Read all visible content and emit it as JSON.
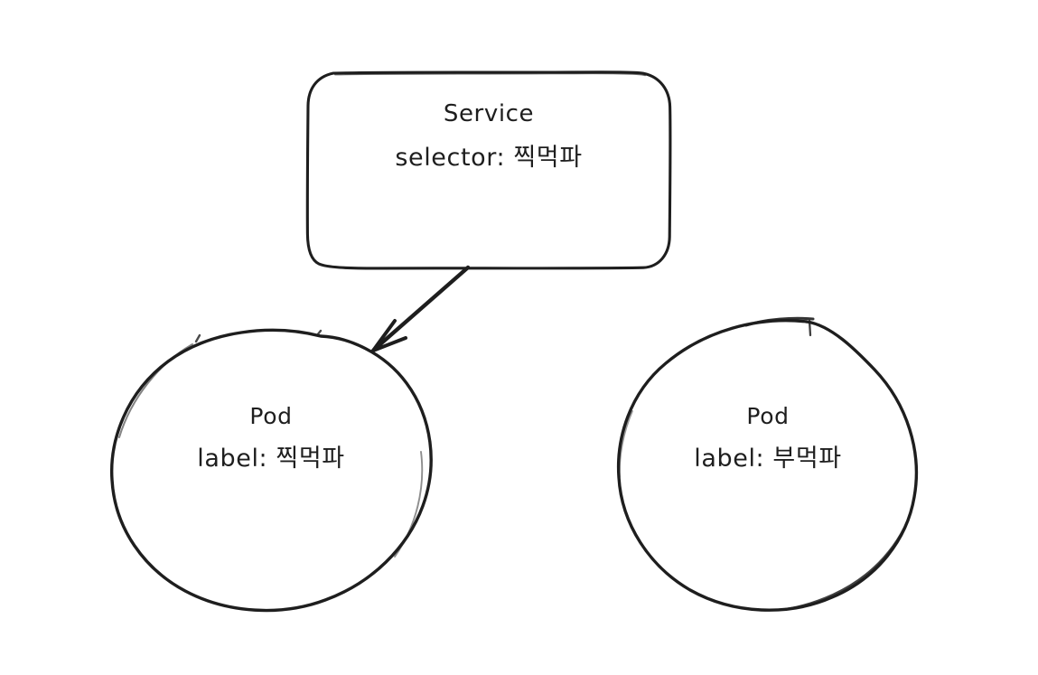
{
  "diagram": {
    "background_color": "#ffffff",
    "stroke_color": "#1e1e1e",
    "style": "hand-drawn",
    "nodes": {
      "service": {
        "shape": "rounded-rectangle",
        "title": "Service",
        "attribute": "selector: 찍먹파"
      },
      "pod_left": {
        "shape": "ellipse",
        "title": "Pod",
        "attribute": "label: 찍먹파"
      },
      "pod_right": {
        "shape": "ellipse",
        "title": "Pod",
        "attribute": "label: 부먹파"
      }
    },
    "connectors": [
      {
        "name": "service-to-pod-left-arrow",
        "from": "service",
        "to": "pod_left",
        "type": "arrow"
      }
    ]
  }
}
